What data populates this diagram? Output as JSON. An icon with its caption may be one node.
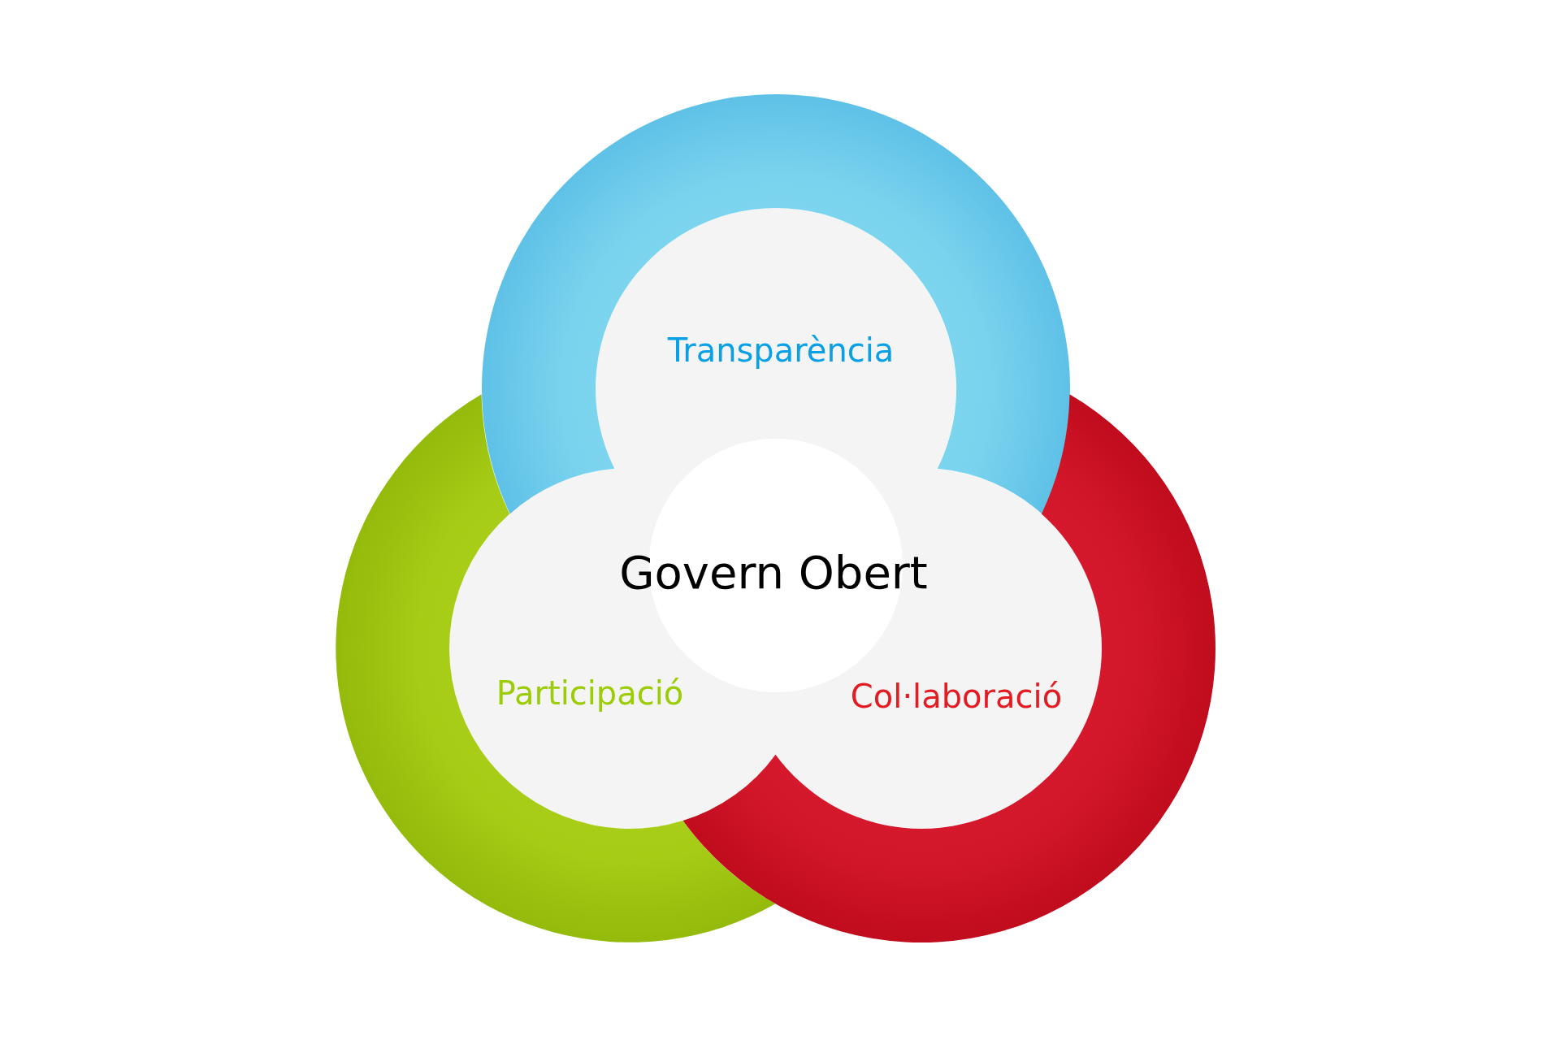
{
  "diagram": {
    "nodes": [
      {
        "text": [
          "Transparència"
        ]
      },
      {
        "text": [
          "Govern Obert"
        ]
      },
      {
        "text": [
          "Participació"
        ]
      },
      {
        "text": [
          "Col·laboració"
        ]
      }
    ]
  }
}
